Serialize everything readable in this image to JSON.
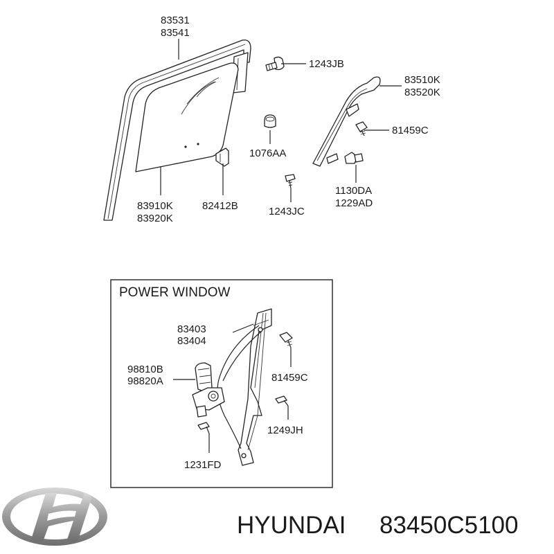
{
  "labels": {
    "frame_run": [
      "83531",
      "83541"
    ],
    "bolt_top": "1243JB",
    "quarter_channel": [
      "83510K",
      "83520K"
    ],
    "bolt_channel": "81459C",
    "grommet": "1076AA",
    "glass": [
      "83910K",
      "83920K"
    ],
    "clip": "82412B",
    "screw": "1243JC",
    "nut_bolt": [
      "1130DA",
      "1229AD"
    ]
  },
  "power_window": {
    "title": "POWER WINDOW",
    "regulator": [
      "83403",
      "83404"
    ],
    "motor": [
      "98810B",
      "98820A"
    ],
    "bolt_regulator": "81459C",
    "screw_regulator": "1249JH",
    "screw_motor": "1231FD"
  },
  "caption": {
    "brand": "HYUNDAI",
    "part_number": "83450C5100"
  },
  "logo": {
    "name": "hyundai-logo-icon",
    "color": "#9a9a9a"
  }
}
